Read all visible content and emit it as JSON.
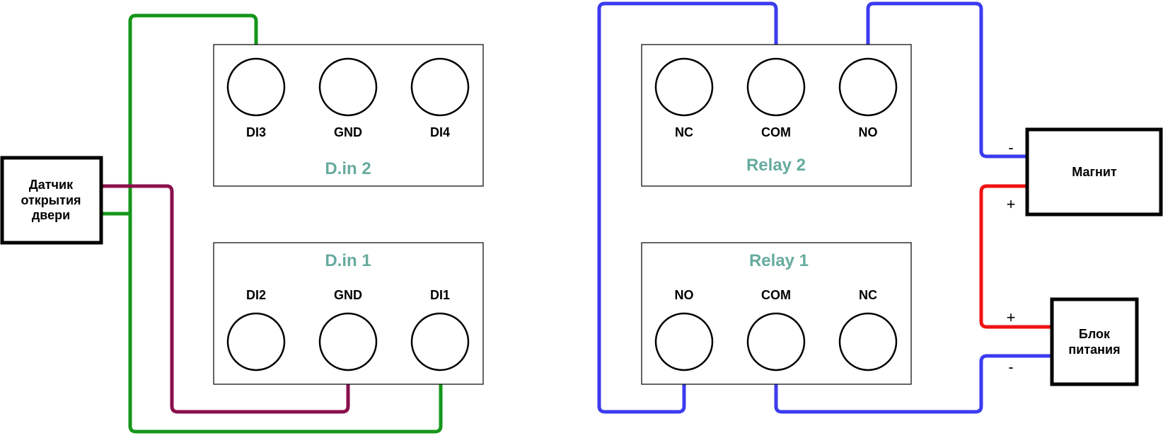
{
  "colors": {
    "green": "#15961b",
    "purple": "#8a0f4c",
    "blue": "#3b3bef",
    "red": "#ef1212",
    "title": "#67ab9f"
  },
  "panels": {
    "din2": {
      "title": "D.in 2",
      "terminals": [
        "DI3",
        "GND",
        "DI4"
      ]
    },
    "din1": {
      "title": "D.in 1",
      "terminals": [
        "DI2",
        "GND",
        "DI1"
      ]
    },
    "relay2": {
      "title": "Relay 2",
      "terminals": [
        "NC",
        "COM",
        "NO"
      ]
    },
    "relay1": {
      "title": "Relay 1",
      "terminals": [
        "NO",
        "COM",
        "NC"
      ]
    }
  },
  "devices": {
    "sensor": {
      "lines": [
        "Датчик",
        "открытия",
        "двери"
      ]
    },
    "magnet": {
      "lines": [
        "Магнит"
      ]
    },
    "psu": {
      "lines": [
        "Блок",
        "питания"
      ]
    }
  },
  "polarity": {
    "magnet_minus": "-",
    "magnet_plus": "+",
    "psu_plus": "+",
    "psu_minus": "-"
  }
}
